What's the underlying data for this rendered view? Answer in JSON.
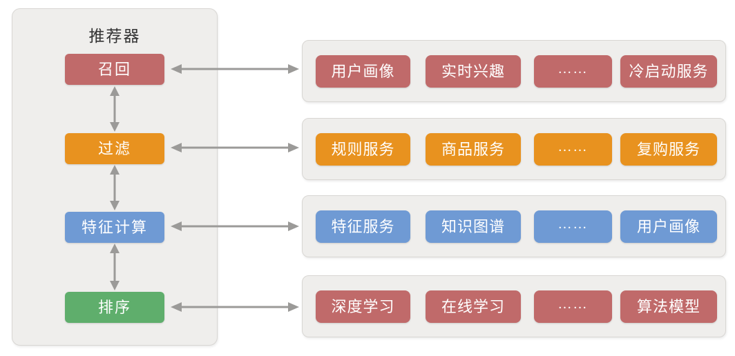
{
  "colors": {
    "red": "#c06a6a",
    "orange": "#e8921f",
    "blue": "#6f9ad4",
    "green": "#5fae6c",
    "panel_bg": "#efeeec",
    "panel_border": "#d8d6d3",
    "arrow": "#9b9a98",
    "title_text": "#333333",
    "box_text": "#ffffff"
  },
  "recommender_panel": {
    "title": "推荐器",
    "stages": [
      {
        "label": "召回",
        "color": "#c06a6a"
      },
      {
        "label": "过滤",
        "color": "#e8921f"
      },
      {
        "label": "特征计算",
        "color": "#6f9ad4"
      },
      {
        "label": "排序",
        "color": "#5fae6c"
      }
    ]
  },
  "service_rows": [
    {
      "linked_stage": "召回",
      "color": "#c06a6a",
      "items": [
        "用户画像",
        "实时兴趣",
        "……",
        "冷启动服务"
      ]
    },
    {
      "linked_stage": "过滤",
      "color": "#e8921f",
      "items": [
        "规则服务",
        "商品服务",
        "……",
        "复购服务"
      ]
    },
    {
      "linked_stage": "特征计算",
      "color": "#6f9ad4",
      "items": [
        "特征服务",
        "知识图谱",
        "……",
        "用户画像"
      ]
    },
    {
      "linked_stage": "排序",
      "color": "#c06a6a",
      "items": [
        "深度学习",
        "在线学习",
        "……",
        "算法模型"
      ]
    }
  ]
}
